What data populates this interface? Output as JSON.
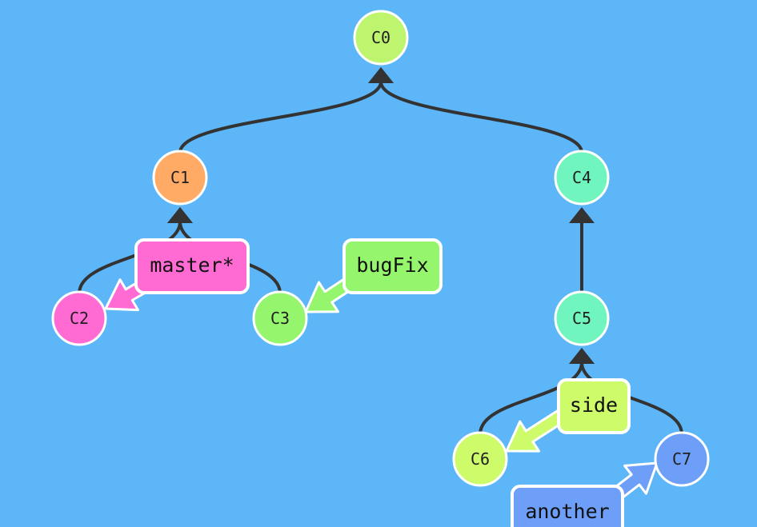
{
  "commits": [
    {
      "id": "C0",
      "label": "C0",
      "color": "#bff46f"
    },
    {
      "id": "C1",
      "label": "C1",
      "color": "#ffab66"
    },
    {
      "id": "C2",
      "label": "C2",
      "color": "#ff6ad3"
    },
    {
      "id": "C3",
      "label": "C3",
      "color": "#95f56c"
    },
    {
      "id": "C4",
      "label": "C4",
      "color": "#70f5be"
    },
    {
      "id": "C5",
      "label": "C5",
      "color": "#70f5be"
    },
    {
      "id": "C6",
      "label": "C6",
      "color": "#cdfb69"
    },
    {
      "id": "C7",
      "label": "C7",
      "color": "#6e9ff8"
    }
  ],
  "edges": [
    {
      "from": "C1",
      "to": "C0"
    },
    {
      "from": "C4",
      "to": "C0"
    },
    {
      "from": "C2",
      "to": "C1"
    },
    {
      "from": "C3",
      "to": "C1"
    },
    {
      "from": "C5",
      "to": "C4"
    },
    {
      "from": "C6",
      "to": "C5"
    },
    {
      "from": "C7",
      "to": "C5"
    }
  ],
  "branches": [
    {
      "id": "master",
      "label": "master*",
      "target": "C2",
      "color": "#ff6ad3"
    },
    {
      "id": "bugfix",
      "label": "bugFix",
      "target": "C3",
      "color": "#95f56c"
    },
    {
      "id": "side",
      "label": "side",
      "target": "C6",
      "color": "#cdfb69"
    },
    {
      "id": "another",
      "label": "another",
      "target": "C7",
      "color": "#6e9ff8"
    }
  ],
  "colors": {
    "background": "#5db6f7",
    "edge": "#333333",
    "outline": "#ffffff"
  }
}
